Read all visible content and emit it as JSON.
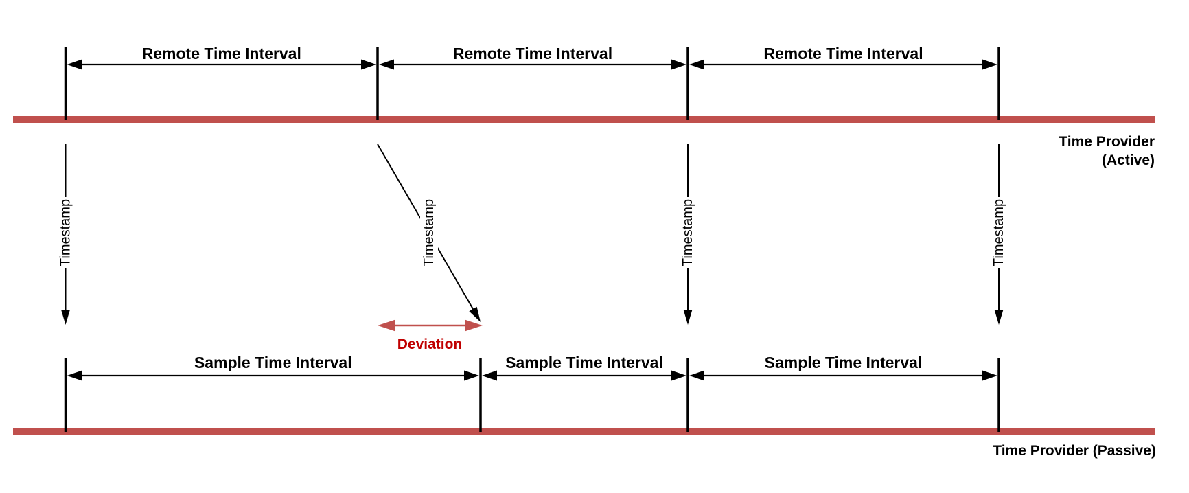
{
  "diagram": {
    "active": {
      "provider_label": [
        "Time Provider",
        "(Active)"
      ],
      "intervals": [
        "Remote Time Interval",
        "Remote Time Interval",
        "Remote Time Interval"
      ]
    },
    "passive": {
      "provider_label": "Time Provider (Passive)",
      "intervals": [
        "Sample Time Interval",
        "Sample Time Interval",
        "Sample Time Interval"
      ]
    },
    "timestamps": [
      "Timestamp",
      "Timestamp",
      "Timestamp",
      "Timestamp"
    ],
    "deviation_label": "Deviation",
    "colors": {
      "timeline_bar": "#C0504D",
      "deviation_arrow": "#C0504D",
      "deviation_text": "#C00000",
      "line": "#000000",
      "background": "#FFFFFF"
    }
  }
}
